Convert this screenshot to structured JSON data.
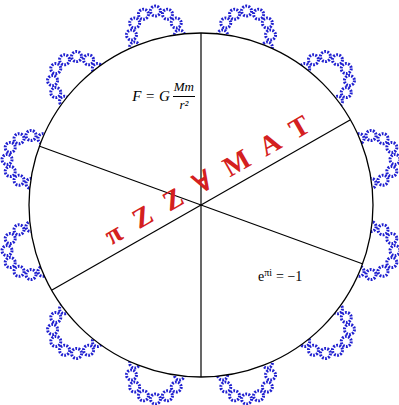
{
  "diagram": {
    "labels": [
      "F = G",
      "Mm",
      "r²",
      "e",
      "πi",
      "= −1",
      "π Z Z ∀ M A T"
    ]
  }
}
